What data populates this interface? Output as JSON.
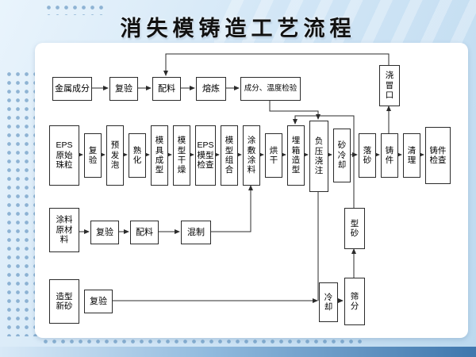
{
  "slide": {
    "title": "消失模铸造工艺流程"
  },
  "colors": {
    "slide_background": "#cfe4f5",
    "panel_background": "#ffffff",
    "box_border": "#2b2b2b",
    "connector": "#2b2b2b",
    "bottom_bar": "#3f77ad",
    "dots": "#568bba"
  },
  "flowchart": {
    "row_metal": {
      "metal_composition": "金属成分",
      "recheck": "复验",
      "batching": "配料",
      "melting": "熔炼",
      "comp_temp_check": "成分、温度检验",
      "gating_riser": "浇\n冒\n口"
    },
    "row_model": {
      "eps_beads": "EPS\n原始\n珠粒",
      "recheck": "复\n验",
      "pre_foaming": "预\n发\n泡",
      "curing": "熟\n化",
      "mold_forming": "模\n具\n成\n型",
      "pattern_drying": "模\n型\n干\n燥",
      "eps_pattern_check": "EPS\n模型\n检查",
      "pattern_assembly": "模\n型\n组\n合",
      "coating_apply": "涂\n敷\n涂\n料",
      "drying": "烘\n干",
      "flask_molding": "埋\n箱\n造\n型",
      "vacuum_pouring": "负\n压\n浇\n注",
      "sand_cooling": "砂\n冷\n却",
      "shakeout": "落\n砂",
      "casting": "铸\n件",
      "cleaning": "清\n理",
      "casting_inspection": "铸件\n检查"
    },
    "row_coating": {
      "coating_raw": "涂料\n原材\n料",
      "recheck": "复验",
      "batching": "配料",
      "mixing": "混制",
      "molding_sand": "型\n砂"
    },
    "row_sand": {
      "new_sand": "造型\n新砂",
      "recheck": "复验",
      "cooling": "冷\n却",
      "sieving": "筛\n分"
    }
  }
}
